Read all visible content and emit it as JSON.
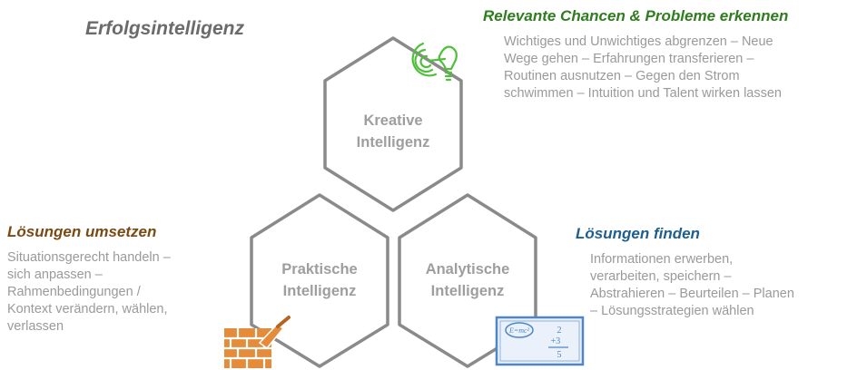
{
  "title": "Erfolgsintelligenz",
  "colors": {
    "creative": "#2e7d1e",
    "practical": "#7a4a12",
    "analytic": "#1f5f8f",
    "hex_stroke": "#8a8a8a",
    "body_text": "#9a9a9a"
  },
  "hexagons": {
    "creative": {
      "label_line1": "Kreative",
      "label_line2": "Intelligenz",
      "icon": "lightbulb-target-icon"
    },
    "practical": {
      "label_line1": "Praktische",
      "label_line2": "Intelligenz",
      "icon": "brick-wall-trowel-icon"
    },
    "analytic": {
      "label_line1": "Analytische",
      "label_line2": "Intelligenz",
      "icon": "formula-board-icon"
    }
  },
  "captions": {
    "creative": {
      "heading": "Relevante Chancen & Probleme erkennen",
      "lines": [
        "Wichtiges und Unwichtiges abgrenzen – Neue",
        "Wege gehen – Erfahrungen transferieren –",
        "Routinen ausnutzen – Gegen den Strom",
        "schwimmen – Intuition und Talent wirken lassen"
      ]
    },
    "practical": {
      "heading": "Lösungen umsetzen",
      "lines": [
        "Situationsgerecht handeln –",
        "sich anpassen –",
        "Rahmenbedingungen /",
        "Kontext verändern, wählen,",
        "verlassen"
      ]
    },
    "analytic": {
      "heading": "Lösungen finden",
      "lines": [
        "Informationen erwerben,",
        "verarbeiten, speichern –",
        "Abstrahieren – Beurteilen – Planen",
        "– Lösungsstrategien wählen"
      ]
    }
  },
  "formula": {
    "main": "E=mc²",
    "frac_top": "2",
    "frac_plus": "+3",
    "frac_bottom": "5"
  }
}
